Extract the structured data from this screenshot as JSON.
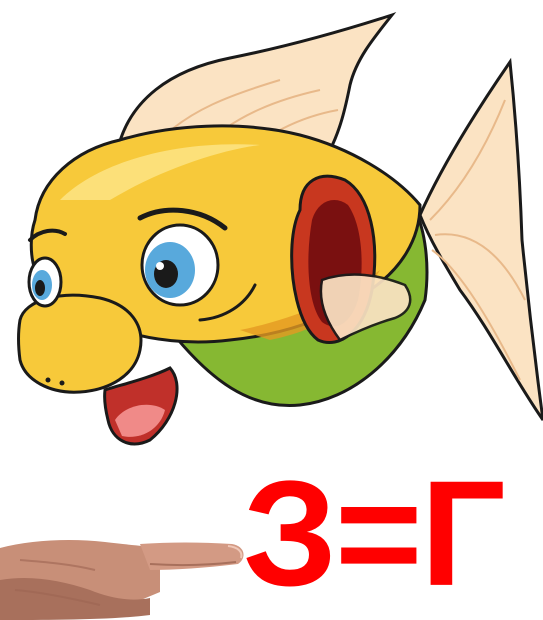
{
  "rebus": {
    "equation": "З=Г"
  },
  "colors": {
    "text": "#ff0000",
    "fish_body": "#f7c93a",
    "fish_body_shadow": "#e39a22",
    "fish_belly": "#86b832",
    "fish_fin": "#fbe3c3",
    "fish_gill": "#c8371f",
    "fish_gill_inner": "#7a1010",
    "fish_eye_iris": "#58a9dc",
    "fish_mouth": "#c0302a",
    "fish_tongue": "#f08a88",
    "hand_skin": "#c88f78"
  },
  "illustrations": {
    "fish": "goldfish-cartoon",
    "hand": "pointing-hand"
  }
}
